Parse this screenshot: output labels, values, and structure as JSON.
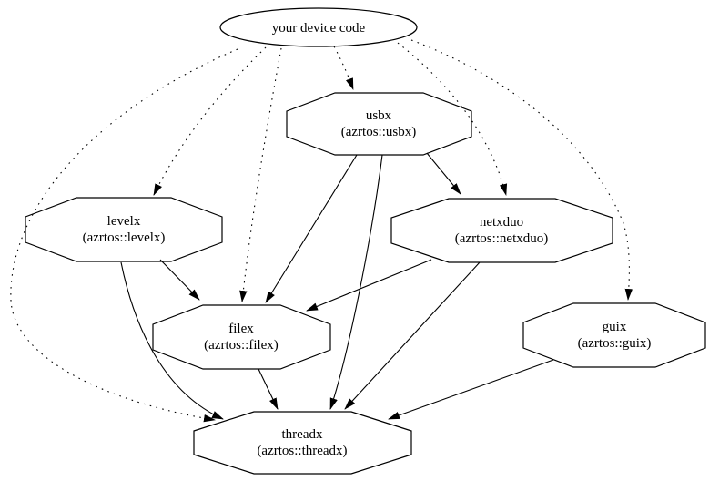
{
  "diagram": {
    "kind": "dependency-graph",
    "background_color": "#ffffff",
    "line_color": "#000000",
    "nodes": [
      {
        "id": "device",
        "shape": "ellipse",
        "label": "your device code",
        "sublabel": ""
      },
      {
        "id": "usbx",
        "shape": "octagon",
        "label": "usbx",
        "sublabel": "(azrtos::usbx)"
      },
      {
        "id": "levelx",
        "shape": "octagon",
        "label": "levelx",
        "sublabel": "(azrtos::levelx)"
      },
      {
        "id": "netxduo",
        "shape": "octagon",
        "label": "netxduo",
        "sublabel": "(azrtos::netxduo)"
      },
      {
        "id": "filex",
        "shape": "octagon",
        "label": "filex",
        "sublabel": "(azrtos::filex)"
      },
      {
        "id": "guix",
        "shape": "octagon",
        "label": "guix",
        "sublabel": "(azrtos::guix)"
      },
      {
        "id": "threadx",
        "shape": "octagon",
        "label": "threadx",
        "sublabel": "(azrtos::threadx)"
      }
    ],
    "edges": [
      {
        "from": "device",
        "to": "usbx",
        "style": "dotted"
      },
      {
        "from": "device",
        "to": "levelx",
        "style": "dotted"
      },
      {
        "from": "device",
        "to": "filex",
        "style": "dotted"
      },
      {
        "from": "device",
        "to": "netxduo",
        "style": "dotted"
      },
      {
        "from": "device",
        "to": "guix",
        "style": "dotted"
      },
      {
        "from": "device",
        "to": "threadx",
        "style": "dotted"
      },
      {
        "from": "usbx",
        "to": "netxduo",
        "style": "solid"
      },
      {
        "from": "usbx",
        "to": "filex",
        "style": "solid"
      },
      {
        "from": "usbx",
        "to": "threadx",
        "style": "solid"
      },
      {
        "from": "levelx",
        "to": "filex",
        "style": "solid"
      },
      {
        "from": "levelx",
        "to": "threadx",
        "style": "solid"
      },
      {
        "from": "netxduo",
        "to": "filex",
        "style": "solid"
      },
      {
        "from": "netxduo",
        "to": "threadx",
        "style": "solid"
      },
      {
        "from": "filex",
        "to": "threadx",
        "style": "solid"
      },
      {
        "from": "guix",
        "to": "threadx",
        "style": "solid"
      }
    ]
  }
}
